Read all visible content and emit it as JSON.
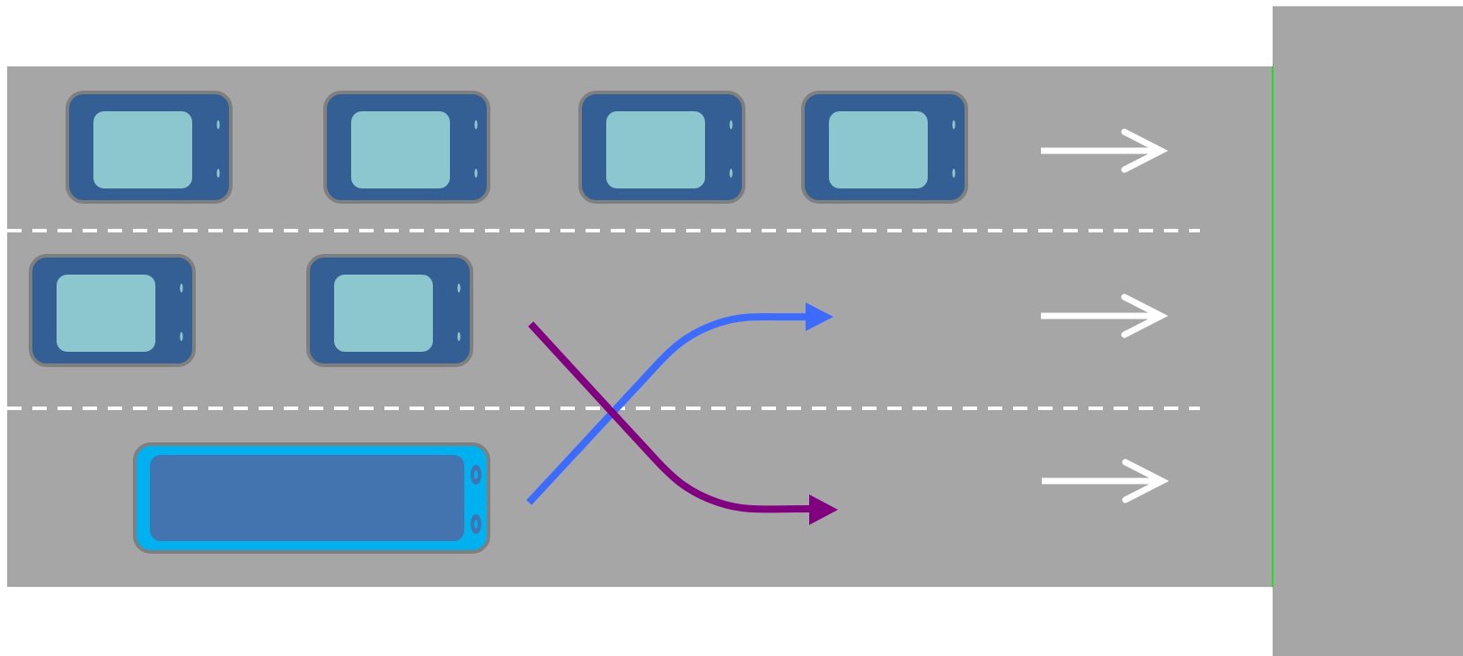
{
  "scene": {
    "colors": {
      "background": "#ffffff",
      "road": "#a6a6a6",
      "cross_road": "#a6a6a6",
      "stop_line": "#22dd22",
      "lane_marking": "#ffffff",
      "direction_arrow": "#ffffff",
      "car_body": "#335f94",
      "car_outline": "#7f7f7f",
      "car_window": "#8cc6cf",
      "bus_body": "#00b0ef",
      "bus_roof": "#4374b0",
      "blue_path": "#3d6bff",
      "purple_path": "#800080"
    },
    "icons": {
      "car": "car-topdown-icon",
      "bus": "bus-topdown-icon",
      "lane_direction": "arrow-right-icon",
      "blue_maneuver": "lane-change-up-arrow",
      "purple_maneuver": "lane-change-down-arrow"
    },
    "lanes": [
      {
        "name": "top-lane",
        "vehicles": [
          "car",
          "car",
          "car",
          "car"
        ],
        "direction": "right"
      },
      {
        "name": "middle-lane",
        "vehicles": [
          "car",
          "car"
        ],
        "direction": "right"
      },
      {
        "name": "bottom-lane",
        "vehicles": [
          "bus"
        ],
        "direction": "right"
      }
    ],
    "maneuvers": [
      {
        "name": "blue-path",
        "from": "bottom-lane",
        "to": "middle-lane"
      },
      {
        "name": "purple-path",
        "from": "middle-lane",
        "to": "bottom-lane"
      }
    ]
  }
}
